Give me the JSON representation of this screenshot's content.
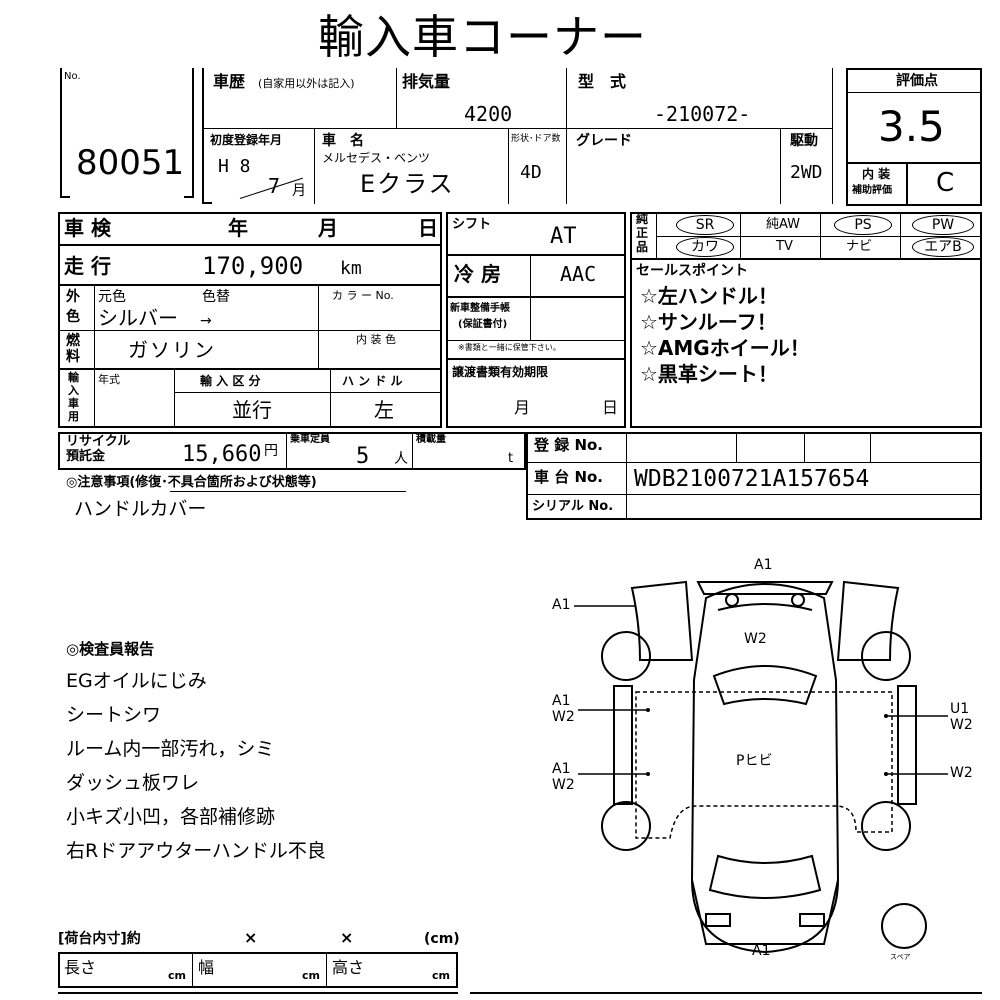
{
  "title": "輸入車コーナー",
  "no_label": "No.",
  "lot_number": "80051",
  "history": {
    "label": "車歴",
    "note": "(自家用以外は記入)"
  },
  "displacement": {
    "label": "排気量",
    "value": "4200"
  },
  "model_type": {
    "label": "型　式",
    "value": "-210072-"
  },
  "rating": {
    "label": "評価点",
    "value": "3.5",
    "interior_label_1": "内 装",
    "interior_label_2": "補助評価",
    "interior_value": "C"
  },
  "first_reg": {
    "label": "初度登録年月",
    "era": "H 8",
    "month": "7",
    "month_unit": "月"
  },
  "car_name": {
    "label": "車　名",
    "maker": "メルセデス・ベンツ",
    "name": "Eクラス"
  },
  "body_doors": {
    "label": "形状･ドア数",
    "value": "4D"
  },
  "grade": {
    "label": "グレード"
  },
  "drive": {
    "label": "駆動",
    "value": "2WD"
  },
  "inspection": {
    "label": "車 検",
    "year": "年",
    "month": "月",
    "day": "日"
  },
  "shift": {
    "label": "シフト",
    "value": "AT"
  },
  "equipment": {
    "label_1": "純",
    "label_2": "正",
    "label_3": "品",
    "items": [
      "SR",
      "純AW",
      "PS",
      "PW",
      "カワ",
      "TV",
      "ナビ",
      "エアB"
    ]
  },
  "mileage": {
    "label": "走 行",
    "value": "170,900",
    "unit": "km"
  },
  "ac": {
    "label": "冷 房",
    "value": "AAC"
  },
  "sales_points": {
    "label": "セールスポイント",
    "items": [
      "☆左ハンドル！",
      "☆サンルーフ！",
      "☆AMGホイール！",
      "☆黒革シート！"
    ]
  },
  "color": {
    "side_1": "外",
    "side_2": "色",
    "original_label": "元色",
    "change_label": "色替",
    "value": "シルバー",
    "arrow": "→",
    "code_label": "カ ラ ー No."
  },
  "service_book": {
    "label_1": "新車整備手帳",
    "label_2": "(保証書付)",
    "note": "※書類と一緒に保管下さい。"
  },
  "fuel": {
    "side_1": "燃",
    "side_2": "料",
    "value": "ガソリン",
    "interior_color_label": "内 装 色"
  },
  "import": {
    "side": [
      "輸",
      "入",
      "車",
      "用"
    ],
    "year_label": "年式",
    "class_label": "輸 入 区 分",
    "class_value": "並行",
    "handle_label": "ハ ン ド ル",
    "handle_value": "左"
  },
  "transfer_docs": {
    "label": "譲渡書類有効期限",
    "month": "月",
    "day": "日"
  },
  "recycle": {
    "label_1": "リサイクル",
    "label_2": "預託金",
    "value": "15,660",
    "unit": "円"
  },
  "capacity": {
    "label": "乗車定員",
    "value": "5",
    "unit": "人"
  },
  "load": {
    "label": "積載量",
    "unit": "t"
  },
  "registration": {
    "label": "登 録 No.",
    "chassis_label": "車 台 No.",
    "chassis_value": "WDB2100721A157654",
    "serial_label": "シリアル No."
  },
  "notes": {
    "label": "◎注意事項(修復･不具合箇所および状態等)",
    "value": "ハンドルカバー"
  },
  "inspector_report": {
    "label": "◎検査員報告",
    "items": [
      "EGオイルにじみ",
      "シートシワ",
      "ルーム内一部汚れ，シミ",
      "ダッシュ板ワレ",
      "小キズ小凹，各部補修跡",
      "右Rドアアウターハンドル不良"
    ]
  },
  "diagram": {
    "front": "A1",
    "rear": "A1",
    "left_front_fender": "A1",
    "left_front_door_1": "A1",
    "left_front_door_2": "W2",
    "left_rear_door_1": "A1",
    "left_rear_door_2": "W2",
    "right_front_door_1": "U1",
    "right_front_door_2": "W2",
    "right_rear_door": "W2",
    "windshield": "W2",
    "roof": "Pヒビ",
    "spare": "スペア"
  },
  "cargo": {
    "label": "[荷台内寸]約",
    "x1": "×",
    "x2": "×",
    "unit": "(cm)",
    "length": "長さ",
    "width": "幅",
    "height": "高さ",
    "cm": "cm"
  }
}
